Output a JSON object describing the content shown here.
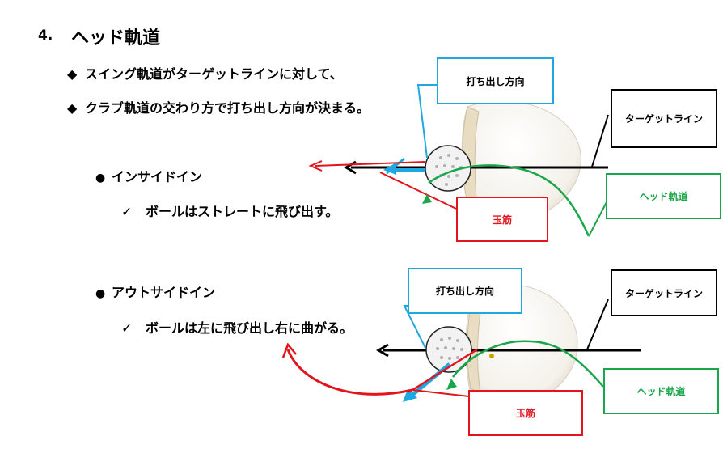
{
  "heading": {
    "number": "4.",
    "title": "ヘッド軌道"
  },
  "bullets": [
    {
      "mark": "◆",
      "text": "スイング軌道がターゲットラインに対して、"
    },
    {
      "mark": "◆",
      "text": "クラブ軌道の交わり方で打ち出し方向が決まる。"
    }
  ],
  "sections": [
    {
      "dot": "●",
      "label": "インサイドイン",
      "check": "✓",
      "result": "ボールはストレートに飛び出す。"
    },
    {
      "dot": "●",
      "label": "アウトサイドイン",
      "check": "✓",
      "result": "ボールは左に飛び出し右に曲がる。"
    }
  ],
  "diagram1": {
    "launch_direction": "打ち出し方向",
    "target_line": "ターゲットライン",
    "head_path": "ヘッド軌道",
    "face": "玉筋"
  },
  "diagram2": {
    "launch_direction": "打ち出し方向",
    "target_line": "ターゲットライン",
    "head_path": "ヘッド軌道",
    "face": "玉筋"
  },
  "colors": {
    "blue": "#1fa8e0",
    "green": "#1aa64a",
    "red": "#e3141c",
    "black": "#000000"
  }
}
